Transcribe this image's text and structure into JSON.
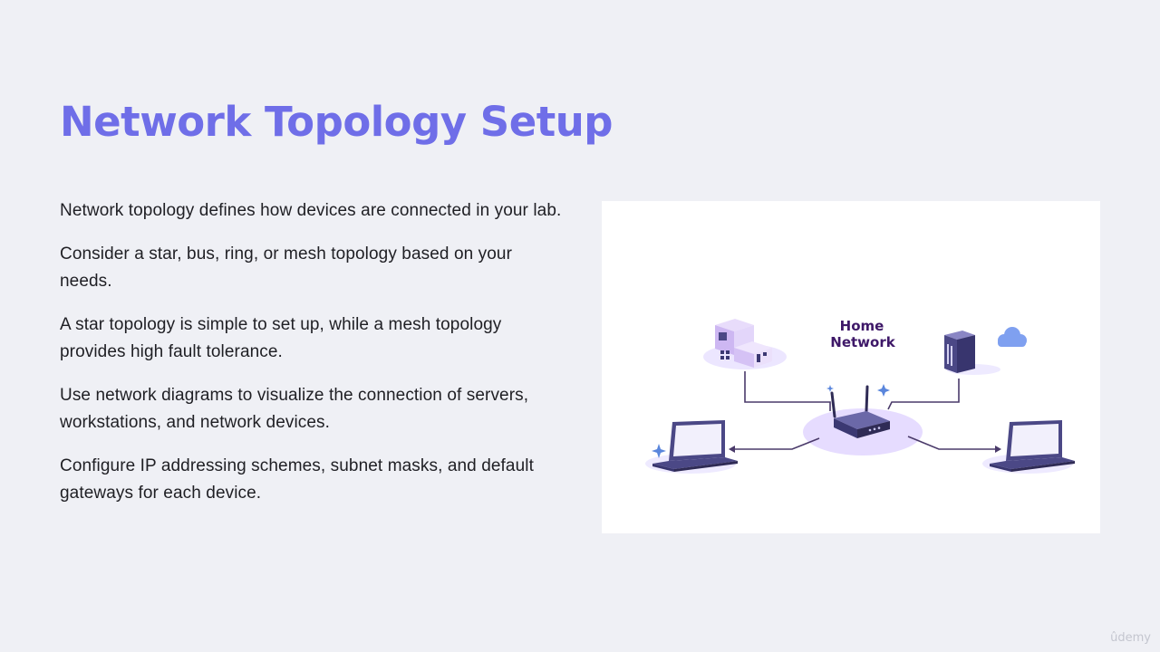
{
  "slide": {
    "title": "Network Topology Setup",
    "bullets": [
      "Network topology defines how devices are connected in your lab.",
      "Consider a star, bus, ring, or mesh topology based on your needs.",
      "A star topology is simple to set up, while a mesh topology provides high fault tolerance.",
      "Use network diagrams to visualize the connection of servers, workstations, and network devices.",
      "Configure IP addressing schemes, subnet masks, and default gateways for each device."
    ]
  },
  "diagram": {
    "label_line1": "Home",
    "label_line2": "Network",
    "icons": [
      "house-icon",
      "server-tower-icon",
      "cloud-icon",
      "router-icon",
      "laptop-icon",
      "laptop-icon",
      "sparkle-icon"
    ]
  },
  "watermark": {
    "text": "ûdemy"
  },
  "colors": {
    "title": "#6f6ee8",
    "background": "#eff0f5",
    "text": "#1f1f24",
    "label": "#3e1868",
    "device": "#4b4886",
    "glow": "#e6dcff",
    "cloud": "#7fa0f0"
  }
}
